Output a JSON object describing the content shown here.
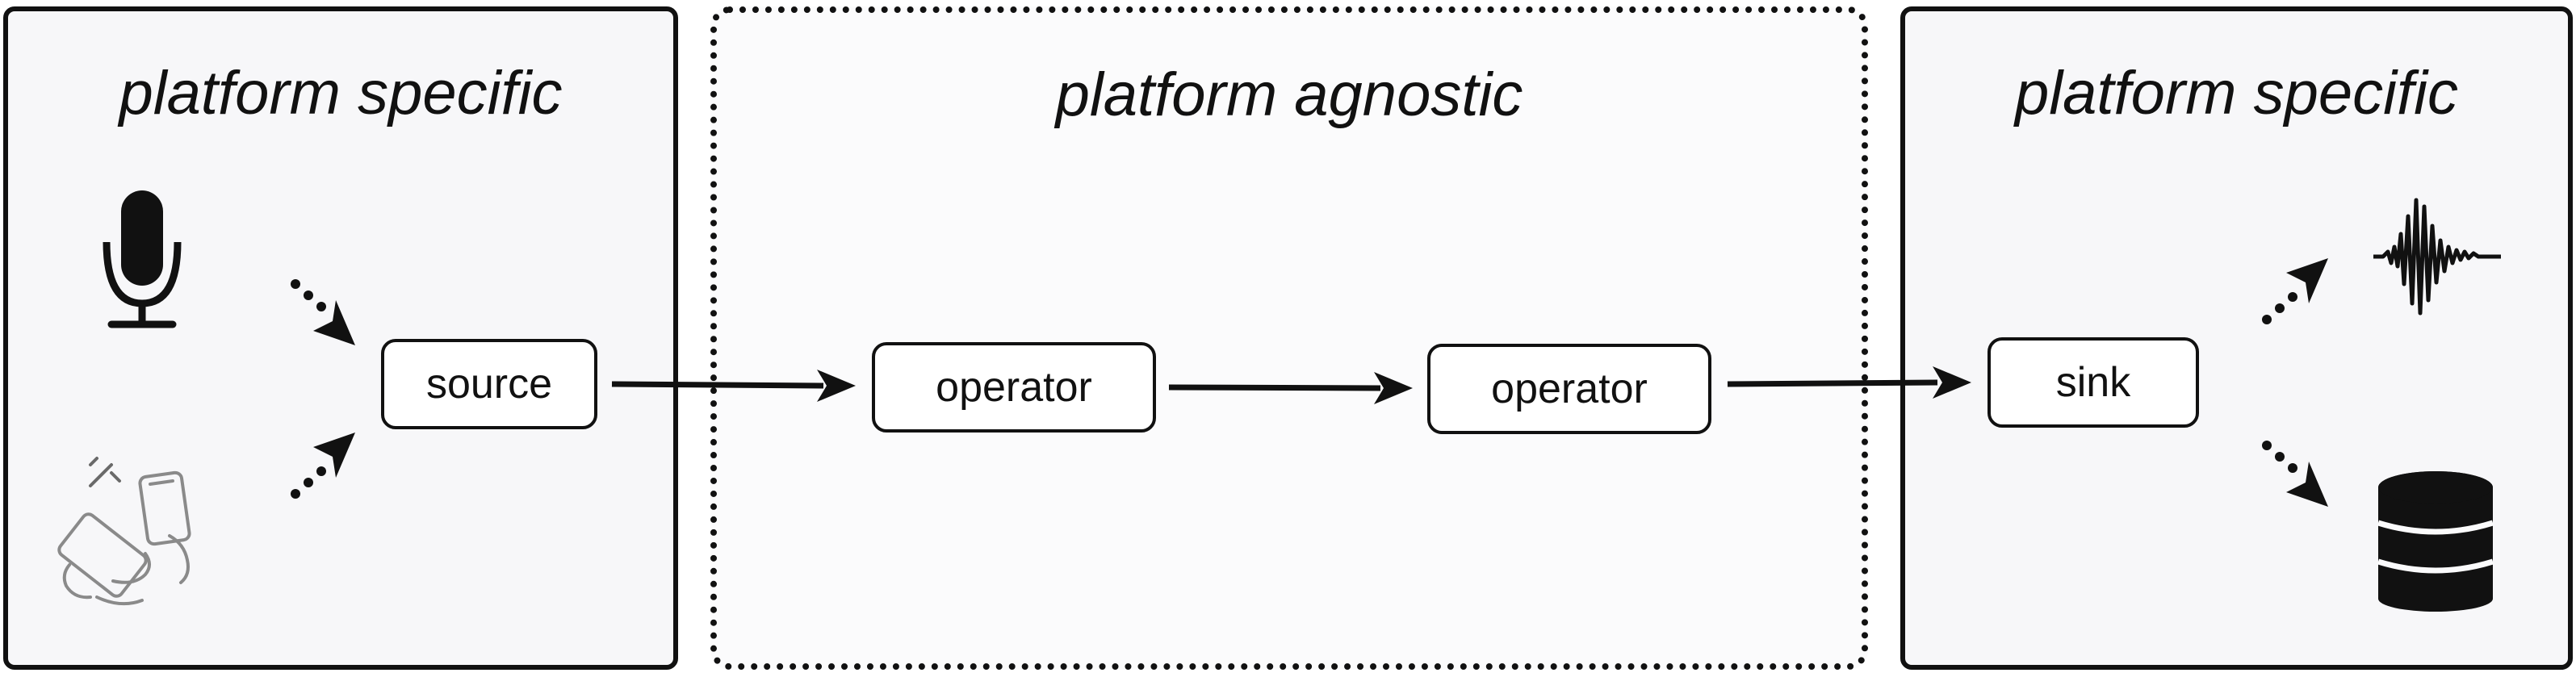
{
  "panels": {
    "left_title": "platform specific",
    "middle_title": "platform agnostic",
    "right_title": "platform specific"
  },
  "nodes": {
    "source": "source",
    "operator_1": "operator",
    "operator_2": "operator",
    "sink": "sink"
  },
  "icons": {
    "input_top": "microphone-icon",
    "input_bottom": "smartphone-hand-icon",
    "output_top": "waveform-icon",
    "output_bottom": "database-icon"
  },
  "colors": {
    "stroke": "#111111",
    "panel_fill": "#f7f7f9",
    "node_fill": "#ffffff"
  }
}
